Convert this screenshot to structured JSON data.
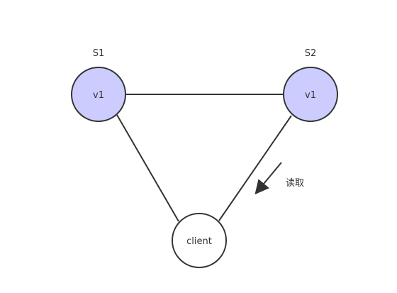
{
  "servers": [
    {
      "id": "s1",
      "label": "S1",
      "value": "v1"
    },
    {
      "id": "s2",
      "label": "S2",
      "value": "v1"
    }
  ],
  "client": {
    "label": "client"
  },
  "annotation": {
    "label": "读取"
  },
  "colors": {
    "server_fill": "#ccccff",
    "client_fill": "#ffffff",
    "stroke": "#333333",
    "edge": "#333333",
    "arrow": "#333333"
  }
}
